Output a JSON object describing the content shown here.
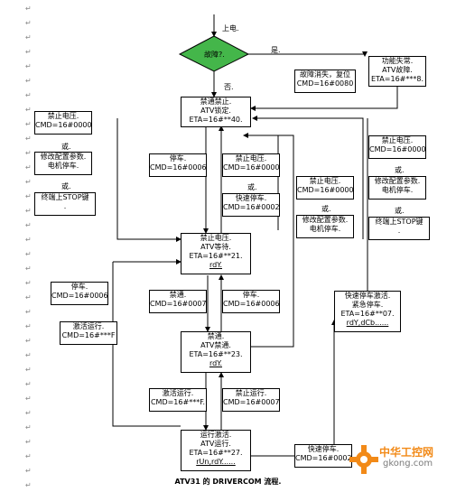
{
  "diagram": {
    "caption": "ATV31 的 DRIVERCOM 流程.",
    "power_on": "上电.",
    "decision": "故障?.",
    "yes_label": "是.",
    "no_label": "否.",
    "fault_active": [
      "功能失常.",
      "ATV故障.",
      "ETA=16#***8."
    ],
    "fault_reset": [
      "故障消失，复位",
      "CMD=16#0080"
    ],
    "switch_on_disabled": [
      "禁通禁止.",
      "ATV锁定.",
      "ETA=16#**40."
    ],
    "ready_to_switch_on": [
      "禁止电压.",
      "ATV等待.",
      "ETA=16#**21.",
      "rdY."
    ],
    "switched_on": [
      "禁通.",
      "ATV禁通.",
      "ETA=16#**23.",
      "rdY."
    ],
    "operation_enabled": [
      "运行激活.",
      "ATV运行.",
      "ETA=16#**27.",
      "rUn,rdY......"
    ],
    "quick_stop_active": [
      "快速停车激活.",
      "紧急停车.",
      "ETA=16#**07.",
      "rdY,dCb......"
    ],
    "left_disable_voltage": [
      "禁止电压.",
      "CMD=16#0000"
    ],
    "left_or_1": "或.",
    "left_modify_params": [
      "修改配置参数.",
      "电机停车."
    ],
    "left_or_2": "或.",
    "left_stop_key": [
      "终端上STOP键",
      "."
    ],
    "shutdown_a": [
      "停车.",
      "CMD=16#0006"
    ],
    "disable_voltage_mid": [
      "禁止电压.",
      "CMD=16#0000"
    ],
    "or_mid_1": "或.",
    "quick_stop_mid": [
      "快速停车.",
      "CMD=16#0002"
    ],
    "disable_voltage_mid2": [
      "禁止电压.",
      "CMD=16#0000"
    ],
    "or_mid_2": "或.",
    "modify_params_mid": [
      "修改配置参数.",
      "电机停车."
    ],
    "right_disable_voltage": [
      "禁止电压.",
      "CMD=16#0000"
    ],
    "right_or_1": "或.",
    "right_modify_params": [
      "修改配置参数.",
      "电机停车."
    ],
    "right_or_2": "或.",
    "right_stop_key": [
      "终端上STOP键",
      "."
    ],
    "shutdown_left": [
      "停车.",
      "CMD=16#0006"
    ],
    "enable_operation_left": [
      "激活运行.",
      "CMD=16#***F"
    ],
    "switch_on_cmd": [
      "禁通.",
      "CMD=16#0007"
    ],
    "shutdown_cmd2": [
      "停车.",
      "CMD=16#0006"
    ],
    "enable_operation_cmd": [
      "激活运行.",
      "CMD=16#***F."
    ],
    "disable_operation_cmd": [
      "禁止运行.",
      "CMD=16#0007"
    ],
    "quick_stop_bottom": [
      "快速停车.",
      "CMD=16#0002"
    ]
  },
  "watermark": {
    "brand_cn": "中华工控网",
    "brand_url": "gkong.com"
  },
  "colors": {
    "decision_fill": "#44b64a",
    "logo_orange": "#f28a18"
  }
}
